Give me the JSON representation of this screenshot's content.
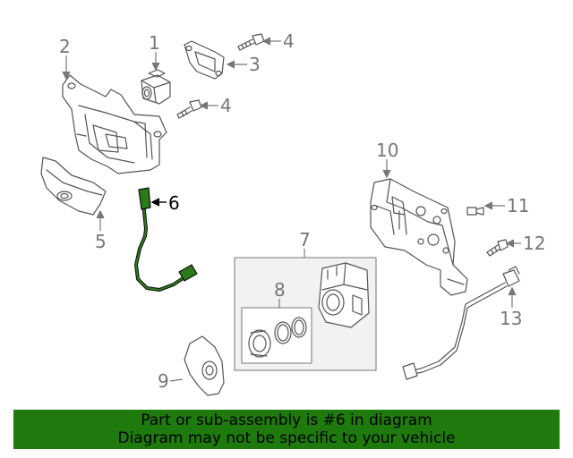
{
  "callouts": {
    "c1": "1",
    "c2": "2",
    "c3": "3",
    "c4a": "4",
    "c4b": "4",
    "c5": "5",
    "c6": "6",
    "c7": "7",
    "c8": "8",
    "c9": "9",
    "c10": "10",
    "c11": "11",
    "c12": "12",
    "c13": "13"
  },
  "banner": {
    "line1": "Part or sub-assembly is #6 in diagram",
    "line2": "Diagram may not be specific to your vehicle"
  },
  "colors": {
    "line_art": "#555555",
    "callout_text": "#777777",
    "highlight_part": "#2b7a1a",
    "banner_bg": "#1e7a0c",
    "group_box": "#f2f2f2"
  }
}
